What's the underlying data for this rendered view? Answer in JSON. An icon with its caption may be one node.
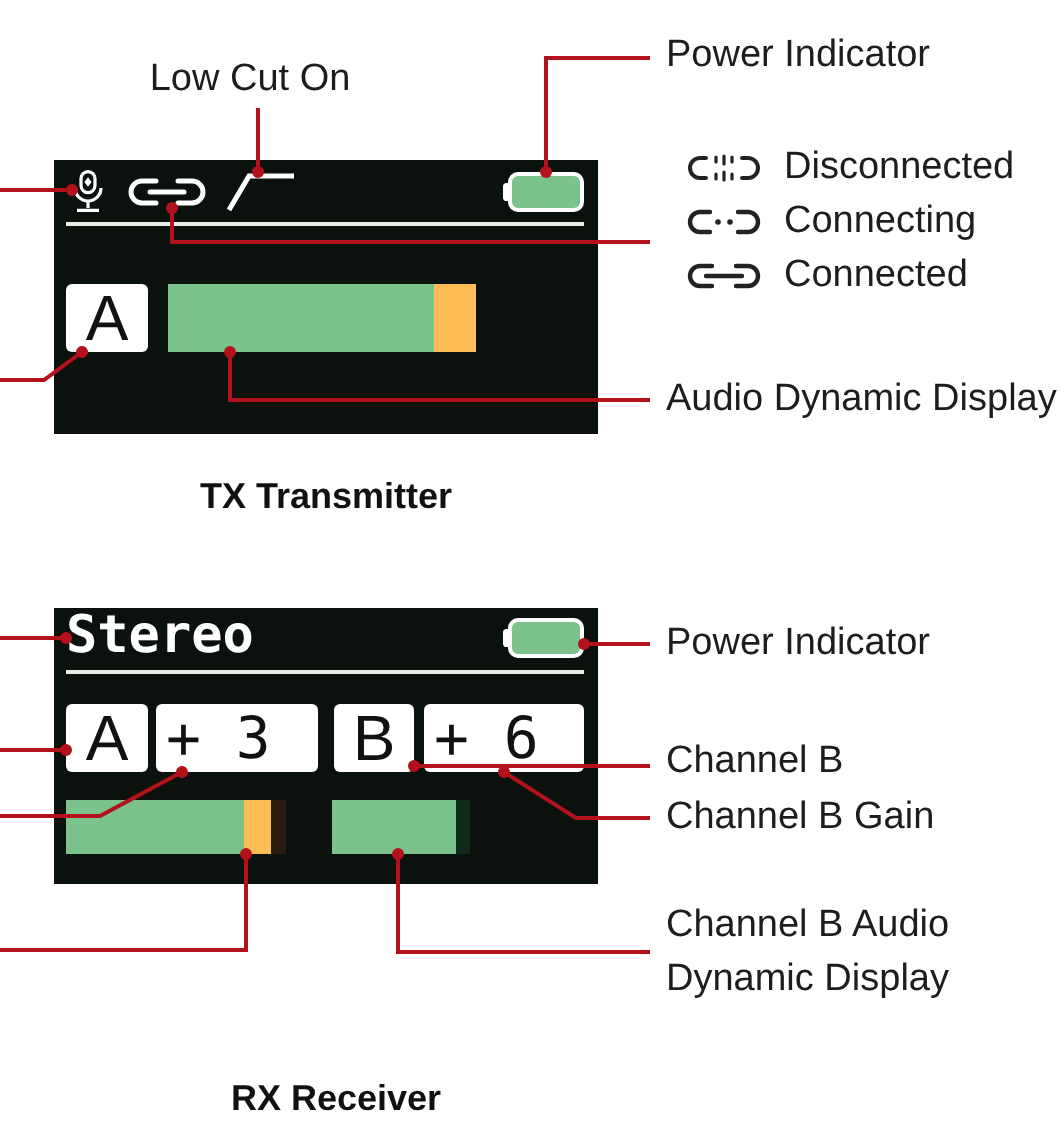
{
  "diagram": {
    "nodes": [
      {
        "text": [],
        "shape": "box"
      },
      {
        "text": [],
        "shape": "picture",
        "in": 0
      },
      {
        "text": [],
        "shape": "picture",
        "in": 0
      },
      {
        "text": [],
        "shape": "picture",
        "in": 0
      },
      {
        "text": [],
        "shape": "box",
        "in": 0
      },
      {
        "text": [
          "A"
        ],
        "in": 0
      },
      {
        "text": [],
        "shape": "bar",
        "in": 0
      },
      {
        "text": [
          "Low Cut On"
        ]
      },
      {
        "text": [
          "Power Indicator"
        ]
      },
      {
        "text": [
          "Disconnected",
          "Connecting",
          "Connected"
        ]
      },
      {
        "text": [
          "Audio Dynamic Display"
        ]
      },
      {
        "text": [],
        "shape": "box"
      },
      {
        "text": [
          "Stereo"
        ],
        "in": 11
      },
      {
        "text": [],
        "shape": "box",
        "in": 11
      },
      {
        "text": [
          "A"
        ],
        "in": 11
      },
      {
        "text": [
          "+ 3"
        ],
        "in": 11
      },
      {
        "text": [
          "B"
        ],
        "in": 11
      },
      {
        "text": [
          "+ 6"
        ],
        "in": 11
      },
      {
        "text": [],
        "shape": "bar",
        "in": 11
      },
      {
        "text": [],
        "shape": "bar",
        "in": 11
      },
      {
        "text": [
          "Power Indicator"
        ]
      },
      {
        "text": [
          "Channel B"
        ]
      },
      {
        "text": [
          "Channel B Gain"
        ]
      },
      {
        "text": [
          "Channel B Audio Dynamic Display"
        ]
      }
    ],
    "edges": [
      {
        "from": 7,
        "to": 3,
        "arrow": "other"
      },
      {
        "from": 8,
        "to": 4,
        "arrow": "other"
      },
      {
        "from": null,
        "to": 1,
        "arrow": "other"
      },
      {
        "from": 9,
        "to": 2,
        "arrow": "other"
      },
      {
        "from": null,
        "to": 5,
        "arrow": "other"
      },
      {
        "from": 10,
        "to": 6,
        "arrow": "other"
      },
      {
        "from": null,
        "to": 12,
        "arrow": "other"
      },
      {
        "from": 20,
        "to": 13,
        "arrow": "other"
      },
      {
        "from": null,
        "to": 14,
        "arrow": "other"
      },
      {
        "from": null,
        "to": 15,
        "arrow": "other"
      },
      {
        "from": 21,
        "to": 16,
        "arrow": "other"
      },
      {
        "from": 22,
        "to": 17,
        "arrow": "other"
      },
      {
        "from": null,
        "to": 18,
        "arrow": "other"
      },
      {
        "from": 23,
        "to": 19,
        "arrow": "other"
      }
    ],
    "labels": [
      "TX Transmitter",
      "RX Receiver"
    ]
  }
}
